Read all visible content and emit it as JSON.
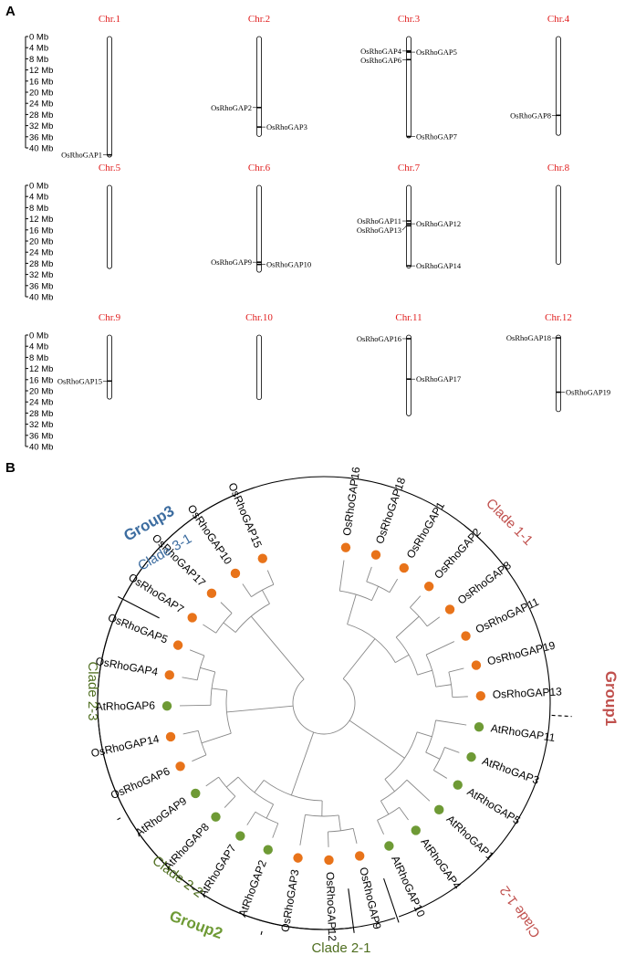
{
  "panels": [
    "A",
    "B"
  ],
  "panel_a": {
    "scale_ticks": [
      "0 Mb",
      "4 Mb",
      "8 Mb",
      "12 Mb",
      "16 Mb",
      "20 Mb",
      "24 Mb",
      "28 Mb",
      "32 Mb",
      "36 Mb",
      "40 Mb"
    ],
    "max_mb": 40,
    "colors": {
      "chromosome_title": "#e02020"
    },
    "chromosomes": [
      {
        "name": "Chr.1",
        "length_mb": 43.3,
        "genes": [
          {
            "name": "OsRhoGAP1",
            "pos_mb": 42.5,
            "side": "left"
          }
        ]
      },
      {
        "name": "Chr.2",
        "length_mb": 35.9,
        "genes": [
          {
            "name": "OsRhoGAP2",
            "pos_mb": 25.5,
            "side": "left"
          },
          {
            "name": "OsRhoGAP3",
            "pos_mb": 32.5,
            "side": "right"
          }
        ]
      },
      {
        "name": "Chr.3",
        "length_mb": 36.4,
        "genes": [
          {
            "name": "OsRhoGAP4",
            "pos_mb": 5.2,
            "side": "left"
          },
          {
            "name": "OsRhoGAP5",
            "pos_mb": 5.6,
            "side": "right"
          },
          {
            "name": "OsRhoGAP6",
            "pos_mb": 8.3,
            "side": "left"
          },
          {
            "name": "OsRhoGAP7",
            "pos_mb": 35.9,
            "side": "right"
          }
        ]
      },
      {
        "name": "Chr.4",
        "length_mb": 35.5,
        "genes": [
          {
            "name": "OsRhoGAP8",
            "pos_mb": 28.3,
            "side": "left"
          }
        ]
      },
      {
        "name": "Chr.5",
        "length_mb": 29.9,
        "genes": []
      },
      {
        "name": "Chr.6",
        "length_mb": 31.2,
        "genes": [
          {
            "name": "OsRhoGAP9",
            "pos_mb": 27.6,
            "side": "left"
          },
          {
            "name": "OsRhoGAP10",
            "pos_mb": 28.4,
            "side": "right"
          }
        ]
      },
      {
        "name": "Chr.7",
        "length_mb": 29.7,
        "genes": [
          {
            "name": "OsRhoGAP11",
            "pos_mb": 12.8,
            "side": "left"
          },
          {
            "name": "OsRhoGAP12",
            "pos_mb": 13.8,
            "side": "right"
          },
          {
            "name": "OsRhoGAP13",
            "pos_mb": 14.5,
            "side": "left"
          },
          {
            "name": "OsRhoGAP14",
            "pos_mb": 28.9,
            "side": "right"
          }
        ]
      },
      {
        "name": "Chr.8",
        "length_mb": 28.4,
        "genes": []
      },
      {
        "name": "Chr.9",
        "length_mb": 23.0,
        "genes": [
          {
            "name": "OsRhoGAP15",
            "pos_mb": 16.5,
            "side": "left"
          }
        ]
      },
      {
        "name": "Chr.10",
        "length_mb": 23.2,
        "genes": []
      },
      {
        "name": "Chr.11",
        "length_mb": 29.0,
        "genes": [
          {
            "name": "OsRhoGAP16",
            "pos_mb": 1.3,
            "side": "left"
          },
          {
            "name": "OsRhoGAP17",
            "pos_mb": 15.8,
            "side": "right"
          }
        ]
      },
      {
        "name": "Chr.12",
        "length_mb": 27.5,
        "genes": [
          {
            "name": "OsRhoGAP18",
            "pos_mb": 1.0,
            "side": "left"
          },
          {
            "name": "OsRhoGAP19",
            "pos_mb": 20.5,
            "side": "right"
          }
        ]
      }
    ]
  },
  "panel_b": {
    "colors": {
      "rice": "#e8731a",
      "arabidopsis": "#6e9a35",
      "group1": "#c0504d",
      "group2": "#6e9a35",
      "group3": "#3d6da0",
      "clade2": "#4f6e20"
    },
    "leaves": [
      {
        "name": "OsRhoGAP16",
        "species": "rice"
      },
      {
        "name": "OsRhoGAP18",
        "species": "rice"
      },
      {
        "name": "OsRhoGAP1",
        "species": "rice"
      },
      {
        "name": "OsRhoGAP2",
        "species": "rice"
      },
      {
        "name": "OsRhoGAP8",
        "species": "rice"
      },
      {
        "name": "OsRhoGAP11",
        "species": "rice"
      },
      {
        "name": "OsRhoGAP19",
        "species": "rice"
      },
      {
        "name": "OsRhoGAP13",
        "species": "rice"
      },
      {
        "name": "AtRhoGAP11",
        "species": "arabidopsis"
      },
      {
        "name": "AtRhoGAP3",
        "species": "arabidopsis"
      },
      {
        "name": "AtRhoGAP5",
        "species": "arabidopsis"
      },
      {
        "name": "AtRhoGAP1",
        "species": "arabidopsis"
      },
      {
        "name": "AtRhoGAP4",
        "species": "arabidopsis"
      },
      {
        "name": "AtRhoGAP10",
        "species": "arabidopsis"
      },
      {
        "name": "OsRhoGAP9",
        "species": "rice"
      },
      {
        "name": "OsRhoGAP12",
        "species": "rice"
      },
      {
        "name": "OsRhoGAP3",
        "species": "rice"
      },
      {
        "name": "AtRhoGAP2",
        "species": "arabidopsis"
      },
      {
        "name": "AtRhoGAP7",
        "species": "arabidopsis"
      },
      {
        "name": "AtRhoGAP8",
        "species": "arabidopsis"
      },
      {
        "name": "AtRhoGAP9",
        "species": "arabidopsis"
      },
      {
        "name": "OsRhoGAP6",
        "species": "rice"
      },
      {
        "name": "OsRhoGAP14",
        "species": "rice"
      },
      {
        "name": "AtRhoGAP6",
        "species": "arabidopsis"
      },
      {
        "name": "OsRhoGAP4",
        "species": "rice"
      },
      {
        "name": "OsRhoGAP5",
        "species": "rice"
      },
      {
        "name": "OsRhoGAP7",
        "species": "rice"
      },
      {
        "name": "OsRhoGAP17",
        "species": "rice"
      },
      {
        "name": "OsRhoGAP10",
        "species": "rice"
      },
      {
        "name": "OsRhoGAP15",
        "species": "rice"
      }
    ],
    "labels": {
      "group1": "Group1",
      "group2": "Group2",
      "group3": "Group3",
      "clade_1_1": "Clade 1-1",
      "clade_1_2": "Clade 1-2",
      "clade_2_1": "Clade 2-1",
      "clade_2_2": "Clade 2-2",
      "clade_2_3": "Clade 2-3",
      "clade_3_1": "Clade 3-1"
    }
  }
}
